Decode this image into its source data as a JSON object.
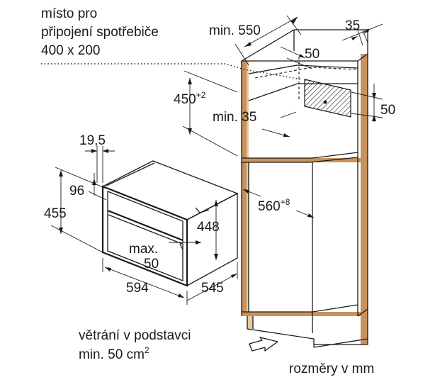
{
  "outlet_note": {
    "line1": "místo pro",
    "line2": "připojení spotřebiče",
    "line3": "400 x 200"
  },
  "dims": {
    "min_550": "min. 550",
    "d35_top": "35",
    "d50_outlet": "50",
    "d50_right": "50",
    "h450": "450",
    "h450_sup": "+2",
    "min35": "min. 35",
    "d19_5": "19,5",
    "d96": "96",
    "d455": "455",
    "d448": "448",
    "max_line1": "max.",
    "max_line2": "50",
    "w594": "594",
    "d545": "545",
    "w560": "560",
    "w560_sup": "+8"
  },
  "ventilation": {
    "line1": "větrání v podstavci",
    "line2": "min. 50 cm",
    "line2_sup": "2"
  },
  "units_note": "rozměry v mm",
  "colors": {
    "cabinet_edge": "#c8925d",
    "cabinet_edge_light": "#e7c6a2",
    "outlet_hatch": "#1a1a1a"
  }
}
